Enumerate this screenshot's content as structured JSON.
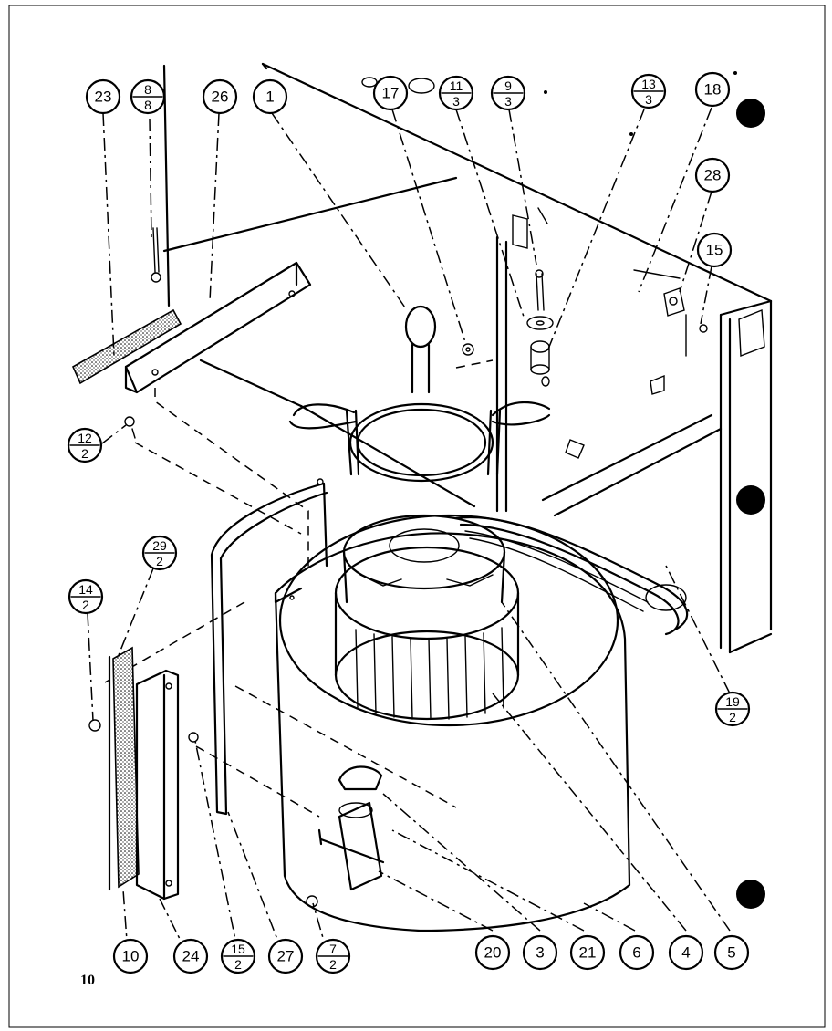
{
  "page_number": "10",
  "callouts": [
    {
      "id": "c23",
      "label": "23"
    },
    {
      "id": "c8-8",
      "num": "8",
      "den": "8"
    },
    {
      "id": "c26",
      "label": "26"
    },
    {
      "id": "c1",
      "label": "1"
    },
    {
      "id": "c17",
      "label": "17"
    },
    {
      "id": "c11-3",
      "num": "11",
      "den": "3"
    },
    {
      "id": "c9-3",
      "num": "9",
      "den": "3"
    },
    {
      "id": "c13-3",
      "num": "13",
      "den": "3"
    },
    {
      "id": "c18",
      "label": "18"
    },
    {
      "id": "c28",
      "label": "28"
    },
    {
      "id": "c15",
      "label": "15"
    },
    {
      "id": "c12-2",
      "num": "12",
      "den": "2"
    },
    {
      "id": "c29-2",
      "num": "29",
      "den": "2"
    },
    {
      "id": "c14-2",
      "num": "14",
      "den": "2"
    },
    {
      "id": "c19-2",
      "num": "19",
      "den": "2"
    },
    {
      "id": "c10",
      "label": "10"
    },
    {
      "id": "c24",
      "label": "24"
    },
    {
      "id": "c15-2",
      "num": "15",
      "den": "2"
    },
    {
      "id": "c27",
      "label": "27"
    },
    {
      "id": "c7-2",
      "num": "7",
      "den": "2"
    },
    {
      "id": "c20",
      "label": "20"
    },
    {
      "id": "c3",
      "label": "3"
    },
    {
      "id": "c21",
      "label": "21"
    },
    {
      "id": "c6",
      "label": "6"
    },
    {
      "id": "c4",
      "label": "4"
    },
    {
      "id": "c5",
      "label": "5"
    }
  ]
}
